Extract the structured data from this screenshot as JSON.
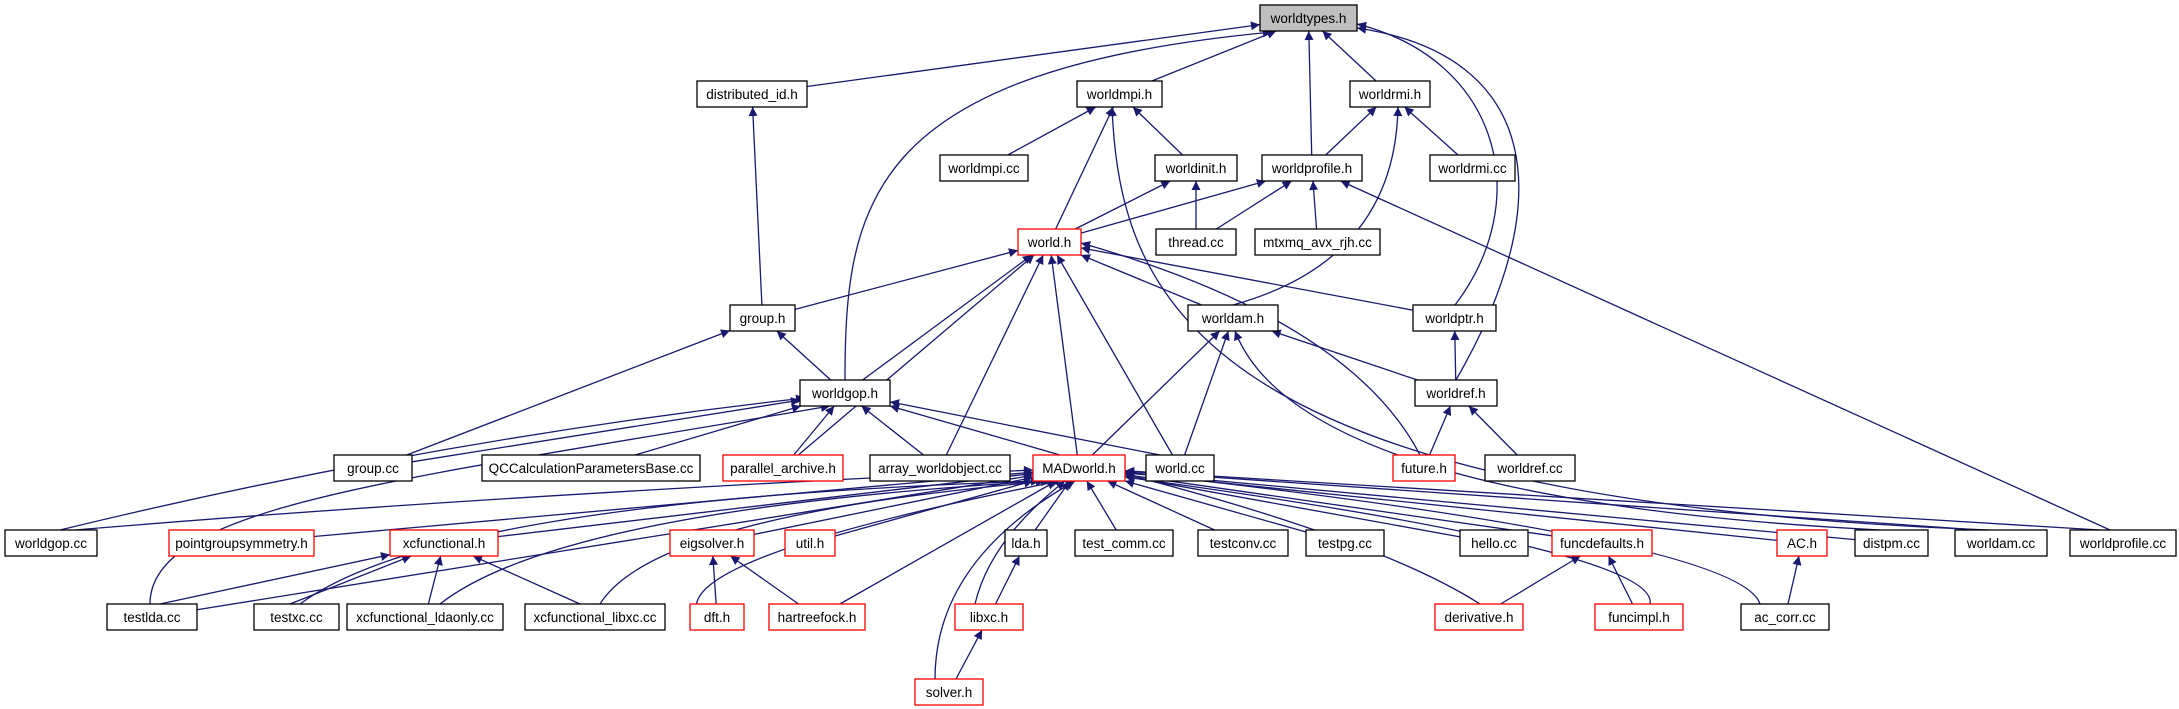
{
  "colors": {
    "edge": "#191970",
    "node_border": "#000000",
    "node_border_truncated": "#ff0000",
    "root_fill": "#bfbfbf",
    "node_fill": "#ffffff"
  },
  "nodes": [
    {
      "id": "worldtypes",
      "label": "worldtypes.h",
      "style": "root"
    },
    {
      "id": "distributed_id",
      "label": "distributed_id.h",
      "style": "normal"
    },
    {
      "id": "worldmpi",
      "label": "worldmpi.h",
      "style": "normal"
    },
    {
      "id": "worldrmi",
      "label": "worldrmi.h",
      "style": "normal"
    },
    {
      "id": "worldmpi_cc",
      "label": "worldmpi.cc",
      "style": "normal"
    },
    {
      "id": "worldinit",
      "label": "worldinit.h",
      "style": "normal"
    },
    {
      "id": "worldprofile",
      "label": "worldprofile.h",
      "style": "normal"
    },
    {
      "id": "worldrmi_cc",
      "label": "worldrmi.cc",
      "style": "normal"
    },
    {
      "id": "world",
      "label": "world.h",
      "style": "truncated"
    },
    {
      "id": "thread_cc",
      "label": "thread.cc",
      "style": "normal"
    },
    {
      "id": "mtxmq",
      "label": "mtxmq_avx_rjh.cc",
      "style": "normal"
    },
    {
      "id": "group",
      "label": "group.h",
      "style": "normal"
    },
    {
      "id": "worldam",
      "label": "worldam.h",
      "style": "normal"
    },
    {
      "id": "worldptr",
      "label": "worldptr.h",
      "style": "normal"
    },
    {
      "id": "worldgop",
      "label": "worldgop.h",
      "style": "normal"
    },
    {
      "id": "worldref",
      "label": "worldref.h",
      "style": "normal"
    },
    {
      "id": "group_cc",
      "label": "group.cc",
      "style": "normal"
    },
    {
      "id": "qccalc",
      "label": "QCCalculationParametersBase.cc",
      "style": "normal"
    },
    {
      "id": "parallel_archive",
      "label": "parallel_archive.h",
      "style": "truncated"
    },
    {
      "id": "array_wo",
      "label": "array_worldobject.cc",
      "style": "normal"
    },
    {
      "id": "madworld",
      "label": "MADworld.h",
      "style": "truncated"
    },
    {
      "id": "world_cc",
      "label": "world.cc",
      "style": "normal"
    },
    {
      "id": "future",
      "label": "future.h",
      "style": "truncated"
    },
    {
      "id": "worldref_cc",
      "label": "worldref.cc",
      "style": "normal"
    },
    {
      "id": "worldgop_cc",
      "label": "worldgop.cc",
      "style": "normal"
    },
    {
      "id": "pointgroup",
      "label": "pointgroupsymmetry.h",
      "style": "truncated"
    },
    {
      "id": "xcfunctional",
      "label": "xcfunctional.h",
      "style": "truncated"
    },
    {
      "id": "eigsolver",
      "label": "eigsolver.h",
      "style": "truncated"
    },
    {
      "id": "util",
      "label": "util.h",
      "style": "truncated"
    },
    {
      "id": "lda",
      "label": "lda.h",
      "style": "normal"
    },
    {
      "id": "test_comm",
      "label": "test_comm.cc",
      "style": "normal"
    },
    {
      "id": "testconv",
      "label": "testconv.cc",
      "style": "normal"
    },
    {
      "id": "testpg",
      "label": "testpg.cc",
      "style": "normal"
    },
    {
      "id": "hello",
      "label": "hello.cc",
      "style": "normal"
    },
    {
      "id": "funcdefaults",
      "label": "funcdefaults.h",
      "style": "truncated"
    },
    {
      "id": "ac",
      "label": "AC.h",
      "style": "truncated"
    },
    {
      "id": "distpm",
      "label": "distpm.cc",
      "style": "normal"
    },
    {
      "id": "worldam_cc",
      "label": "worldam.cc",
      "style": "normal"
    },
    {
      "id": "worldprofile_cc",
      "label": "worldprofile.cc",
      "style": "normal"
    },
    {
      "id": "testlda",
      "label": "testlda.cc",
      "style": "normal"
    },
    {
      "id": "testxc",
      "label": "testxc.cc",
      "style": "normal"
    },
    {
      "id": "xcf_ldaonly",
      "label": "xcfunctional_ldaonly.cc",
      "style": "normal"
    },
    {
      "id": "xcf_libxc",
      "label": "xcfunctional_libxc.cc",
      "style": "normal"
    },
    {
      "id": "dft",
      "label": "dft.h",
      "style": "truncated"
    },
    {
      "id": "hartreefock",
      "label": "hartreefock.h",
      "style": "truncated"
    },
    {
      "id": "libxc",
      "label": "libxc.h",
      "style": "truncated"
    },
    {
      "id": "derivative",
      "label": "derivative.h",
      "style": "truncated"
    },
    {
      "id": "funcimpl",
      "label": "funcimpl.h",
      "style": "truncated"
    },
    {
      "id": "ac_corr",
      "label": "ac_corr.cc",
      "style": "normal"
    },
    {
      "id": "solver",
      "label": "solver.h",
      "style": "truncated"
    }
  ],
  "edges": [
    [
      "distributed_id",
      "worldtypes"
    ],
    [
      "worldmpi",
      "worldtypes"
    ],
    [
      "worldrmi",
      "worldtypes"
    ],
    [
      "worldprofile",
      "worldtypes"
    ],
    [
      "worldgop",
      "worldtypes"
    ],
    [
      "worldptr",
      "worldtypes"
    ],
    [
      "worldref",
      "worldtypes"
    ],
    [
      "worldmpi_cc",
      "worldmpi"
    ],
    [
      "worldinit",
      "worldmpi"
    ],
    [
      "world",
      "worldmpi"
    ],
    [
      "worldam_cc",
      "worldmpi"
    ],
    [
      "worldprofile",
      "worldrmi"
    ],
    [
      "worldrmi_cc",
      "worldrmi"
    ],
    [
      "worldam",
      "worldrmi"
    ],
    [
      "world",
      "worldinit"
    ],
    [
      "thread_cc",
      "worldinit"
    ],
    [
      "world",
      "worldprofile"
    ],
    [
      "thread_cc",
      "worldprofile"
    ],
    [
      "mtxmq",
      "worldprofile"
    ],
    [
      "worldprofile_cc",
      "worldprofile"
    ],
    [
      "group",
      "distributed_id"
    ],
    [
      "group",
      "world"
    ],
    [
      "worldgop",
      "world"
    ],
    [
      "worldam",
      "world"
    ],
    [
      "worldptr",
      "world"
    ],
    [
      "parallel_archive",
      "world"
    ],
    [
      "array_wo",
      "world"
    ],
    [
      "madworld",
      "world"
    ],
    [
      "world_cc",
      "world"
    ],
    [
      "future",
      "world"
    ],
    [
      "worldgop",
      "group"
    ],
    [
      "group_cc",
      "group"
    ],
    [
      "madworld",
      "worldam"
    ],
    [
      "world_cc",
      "worldam"
    ],
    [
      "worldref",
      "worldam"
    ],
    [
      "distpm",
      "worldam"
    ],
    [
      "worldref",
      "worldptr"
    ],
    [
      "group_cc",
      "worldgop"
    ],
    [
      "qccalc",
      "worldgop"
    ],
    [
      "parallel_archive",
      "worldgop"
    ],
    [
      "array_wo",
      "worldgop"
    ],
    [
      "madworld",
      "worldgop"
    ],
    [
      "world_cc",
      "worldgop"
    ],
    [
      "worldgop_cc",
      "worldgop"
    ],
    [
      "testlda",
      "worldgop"
    ],
    [
      "future",
      "worldref"
    ],
    [
      "worldref_cc",
      "worldref"
    ],
    [
      "worldgop_cc",
      "madworld"
    ],
    [
      "pointgroup",
      "madworld"
    ],
    [
      "xcfunctional",
      "madworld"
    ],
    [
      "eigsolver",
      "madworld"
    ],
    [
      "util",
      "madworld"
    ],
    [
      "lda",
      "madworld"
    ],
    [
      "test_comm",
      "madworld"
    ],
    [
      "testconv",
      "madworld"
    ],
    [
      "testpg",
      "madworld"
    ],
    [
      "hello",
      "madworld"
    ],
    [
      "funcdefaults",
      "madworld"
    ],
    [
      "ac",
      "madworld"
    ],
    [
      "distpm",
      "madworld"
    ],
    [
      "worldam_cc",
      "madworld"
    ],
    [
      "worldprofile_cc",
      "madworld"
    ],
    [
      "testlda",
      "madworld"
    ],
    [
      "testxc",
      "madworld"
    ],
    [
      "xcf_ldaonly",
      "madworld"
    ],
    [
      "xcf_libxc",
      "madworld"
    ],
    [
      "dft",
      "madworld"
    ],
    [
      "hartreefock",
      "madworld"
    ],
    [
      "libxc",
      "madworld"
    ],
    [
      "solver",
      "madworld"
    ],
    [
      "derivative",
      "madworld"
    ],
    [
      "funcimpl",
      "madworld"
    ],
    [
      "ac_corr",
      "madworld"
    ],
    [
      "testlda",
      "xcfunctional"
    ],
    [
      "testxc",
      "xcfunctional"
    ],
    [
      "xcf_ldaonly",
      "xcfunctional"
    ],
    [
      "xcf_libxc",
      "xcfunctional"
    ],
    [
      "dft",
      "eigsolver"
    ],
    [
      "hartreefock",
      "eigsolver"
    ],
    [
      "libxc",
      "lda"
    ],
    [
      "solver",
      "libxc"
    ],
    [
      "derivative",
      "funcdefaults"
    ],
    [
      "funcimpl",
      "funcdefaults"
    ],
    [
      "ac_corr",
      "ac"
    ]
  ]
}
